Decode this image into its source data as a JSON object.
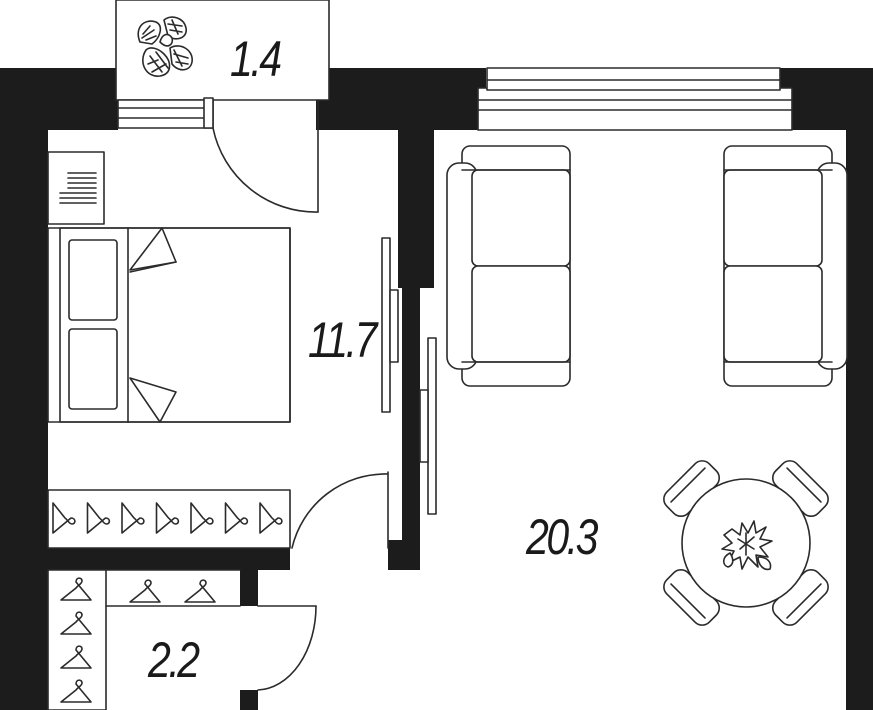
{
  "plan": {
    "rooms": [
      {
        "id": "balcony",
        "area": "1.4"
      },
      {
        "id": "bedroom",
        "area": "11.7"
      },
      {
        "id": "living",
        "area": "20.3"
      },
      {
        "id": "closet",
        "area": "2.2"
      }
    ],
    "colors": {
      "wall": "#1c1c1c",
      "line": "#2b2b2b",
      "background": "#ffffff"
    },
    "icons": [
      "plant-icon",
      "bed-icon",
      "sofa-icon",
      "wardrobe-icon",
      "dining-table-icon",
      "door-icon",
      "window-icon"
    ]
  }
}
